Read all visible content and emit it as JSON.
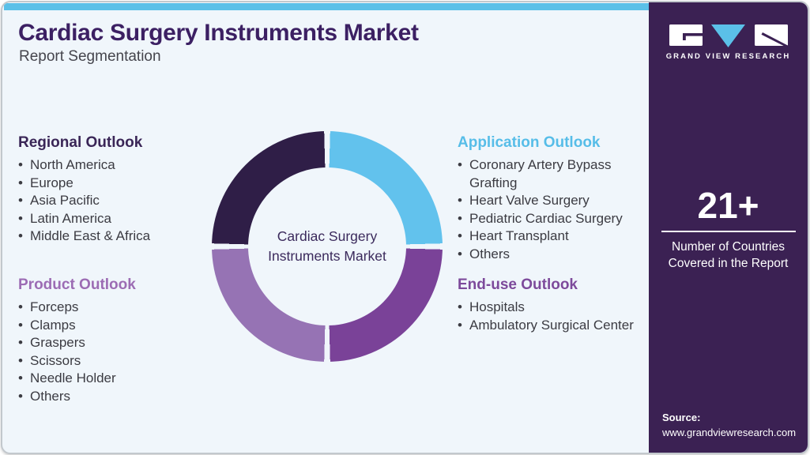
{
  "header": {
    "title": "Cardiac Surgery Instruments Market",
    "subtitle": "Report Segmentation"
  },
  "sections": {
    "regional": {
      "heading": "Regional Outlook",
      "items": [
        "North America",
        "Europe",
        "Asia Pacific",
        "Latin America",
        "Middle East & Africa"
      ]
    },
    "product": {
      "heading": "Product Outlook",
      "items": [
        "Forceps",
        "Clamps",
        "Graspers",
        "Scissors",
        "Needle Holder",
        "Others"
      ]
    },
    "application": {
      "heading": "Application Outlook",
      "items": [
        "Coronary Artery Bypass Grafting",
        "Heart Valve Surgery",
        "Pediatric Cardiac Surgery",
        "Heart Transplant",
        "Others"
      ]
    },
    "enduse": {
      "heading": "End-use Outlook",
      "items": [
        "Hospitals",
        "Ambulatory Surgical Center"
      ]
    }
  },
  "chart_data": {
    "type": "pie",
    "title": "Cardiac Surgery Instruments Market",
    "center_label": "Cardiac Surgery Instruments Market",
    "donut": true,
    "legend_position": "none",
    "segments": [
      {
        "name": "Application Outlook",
        "value": 25,
        "color": "#62c2ed",
        "position": "top-right"
      },
      {
        "name": "End-use Outlook",
        "value": 25,
        "color": "#7a4298",
        "position": "bottom-right"
      },
      {
        "name": "Product Outlook",
        "value": 25,
        "color": "#9673b4",
        "position": "bottom-left"
      },
      {
        "name": "Regional Outlook",
        "value": 25,
        "color": "#2f1e47",
        "position": "top-left"
      }
    ],
    "gap_degrees": 3
  },
  "sidebar": {
    "brand": "GRAND VIEW RESEARCH",
    "stat_value": "21+",
    "stat_caption": "Number of Countries Covered in the Report",
    "source_label": "Source:",
    "source_url": "www.grandviewresearch.com"
  },
  "colors": {
    "card_bg": "#f0f6fb",
    "bar_blue": "#5bc0e8",
    "sidebar_bg": "#3b2153",
    "title_color": "#3c2063",
    "regional_color": "#3a2657",
    "product_color": "#9c6cb4",
    "application_color": "#56bde8",
    "enduse_color": "#7d4a9b"
  }
}
